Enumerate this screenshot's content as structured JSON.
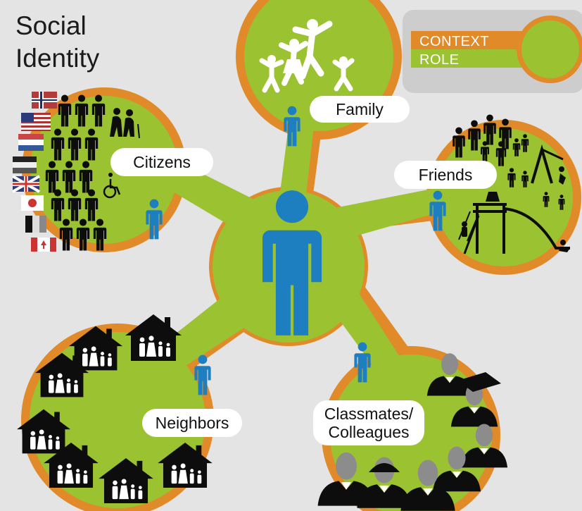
{
  "title": {
    "line1": "Social",
    "line2": "Identity"
  },
  "legend": {
    "context": "CONTEXT",
    "role": "ROLE"
  },
  "groups": {
    "family": "Family",
    "citizens": "Citizens",
    "friends": "Friends",
    "neighbors": "Neighbors",
    "classmates_line1": "Classmates/",
    "classmates_line2": "Colleagues"
  },
  "colors": {
    "background": "#e4e4e4",
    "context_orange": "#e08a2a",
    "role_green": "#9ac231",
    "person_blue": "#1e7fc0",
    "legend_panel": "#cdcdcd"
  },
  "icons": {
    "center": "person-icon",
    "citizens": [
      "flag-icon",
      "person-icon",
      "elderly-couple-icon",
      "wheelchair-icon"
    ],
    "family": [
      "family-jumping-icon"
    ],
    "friends": [
      "playground-icon",
      "swing-icon",
      "slide-icon",
      "person-icon"
    ],
    "neighbors": [
      "house-family-icon"
    ],
    "classmates": [
      "student-icon",
      "graduate-icon",
      "worker-icon"
    ]
  }
}
